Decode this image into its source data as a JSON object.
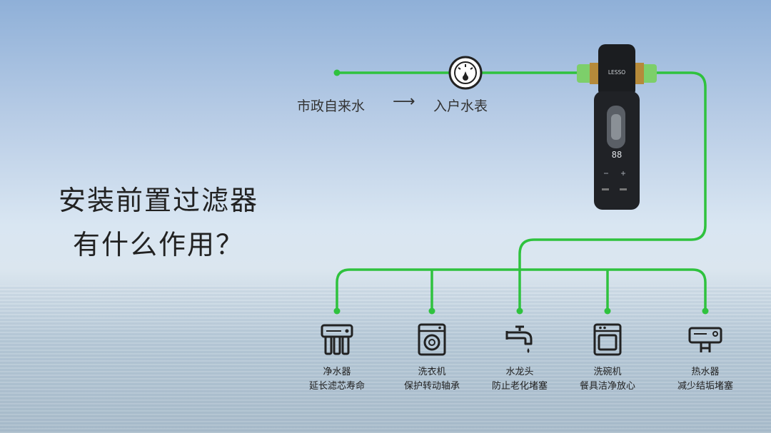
{
  "headline": {
    "line1": "安装前置过滤器",
    "line2": "有什么作用？"
  },
  "flow": {
    "source": "市政自来水",
    "arrow": "⟶",
    "meter": "入户水表"
  },
  "filter_device": {
    "brand": "LESSO",
    "display": "88"
  },
  "colors": {
    "pipe": "#2fc23e",
    "device": "#1b1d20",
    "fitting": "#7dcf6a"
  },
  "outlets": [
    {
      "title": "净水器",
      "subtitle": "延长滤芯寿命",
      "icon": "water-purifier-icon"
    },
    {
      "title": "洗衣机",
      "subtitle": "保护转动轴承",
      "icon": "washing-machine-icon"
    },
    {
      "title": "水龙头",
      "subtitle": "防止老化堵塞",
      "icon": "faucet-icon"
    },
    {
      "title": "洗碗机",
      "subtitle": "餐具洁净放心",
      "icon": "dishwasher-icon"
    },
    {
      "title": "热水器",
      "subtitle": "减少结垢堵塞",
      "icon": "water-heater-icon"
    }
  ]
}
